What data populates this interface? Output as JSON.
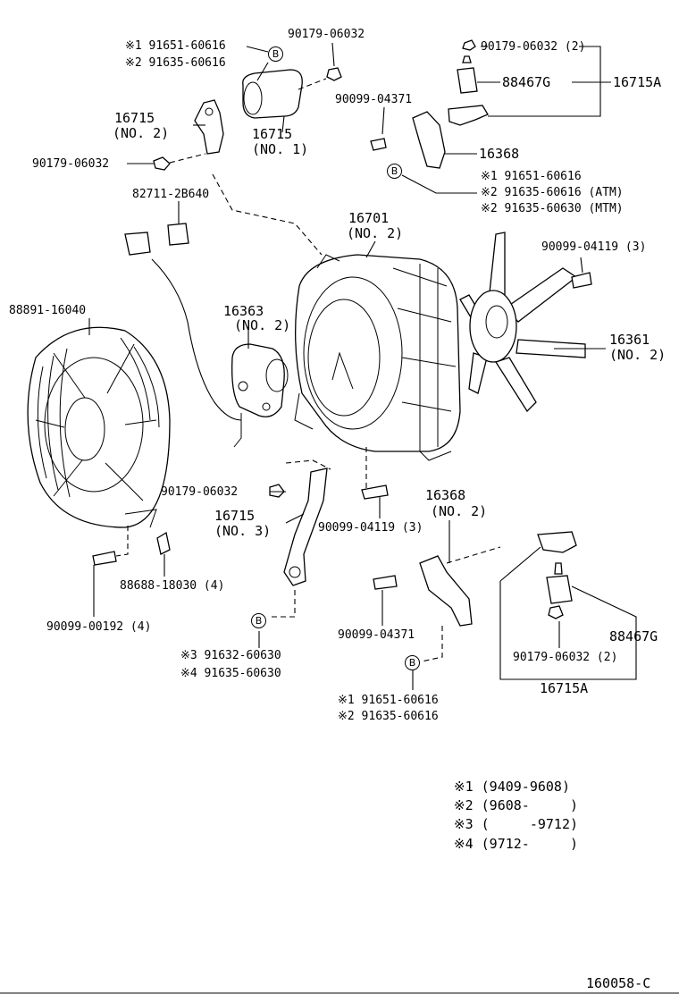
{
  "callouts": {
    "b_top_code1": "※1 91651-60616",
    "b_top_code2": "※2 91635-60616",
    "nut_top": "90179-06032",
    "nut_top_right": "90179-06032 (2)",
    "mount_top": "88467G",
    "bracket_assy_top": "16715A",
    "bracket_no2": "16715",
    "bracket_no2_sub": "(NO. 2)",
    "bolt_top_mid": "90099-04371",
    "bracket_no1": "16715",
    "bracket_no1_sub": "(NO. 1)",
    "nut_left_upper": "90179-06032",
    "stay_top": "16368",
    "stay_top_code1": "※1 91651-60616",
    "stay_top_code2": "※2 91635-60616 (ATM)",
    "stay_top_code3": "※2 91635-60630 (MTM)",
    "connector": "82711-2B640",
    "shroud": "16701",
    "shroud_sub": "(NO. 2)",
    "bolt_fan": "90099-04119 (3)",
    "fan_shroud": "88891-16040",
    "motor": "16363",
    "motor_sub": "(NO. 2)",
    "fan": "16361",
    "fan_sub": "(NO. 2)",
    "nut_mid": "90179-06032",
    "bracket_no3": "16715",
    "bracket_no3_sub": "(NO. 3)",
    "bolt_mid": "90099-04119 (3)",
    "stay_no2": "16368",
    "stay_no2_sub": "(NO. 2)",
    "clip": "88688-18030 (4)",
    "bolt_bottom_left": "90099-00192 (4)",
    "bolt_bottom_mid": "90099-04371",
    "mount_bottom": "88467G",
    "nut_bottom": "90179-06032 (2)",
    "bracket_assy_bottom": "16715A",
    "b_mid_code3": "※3 91632-60630",
    "b_mid_code4": "※4 91635-60630",
    "b_bot_code1": "※1 91651-60616",
    "b_bot_code2": "※2 91635-60616"
  },
  "b_symbol": "B",
  "legend": {
    "row1": "※1 (9409-9608)",
    "row2": "※2 (9608-     )",
    "row3": "※3 (     -9712)",
    "row4": "※4 (9712-     )"
  },
  "diagram_id": "160058-C"
}
